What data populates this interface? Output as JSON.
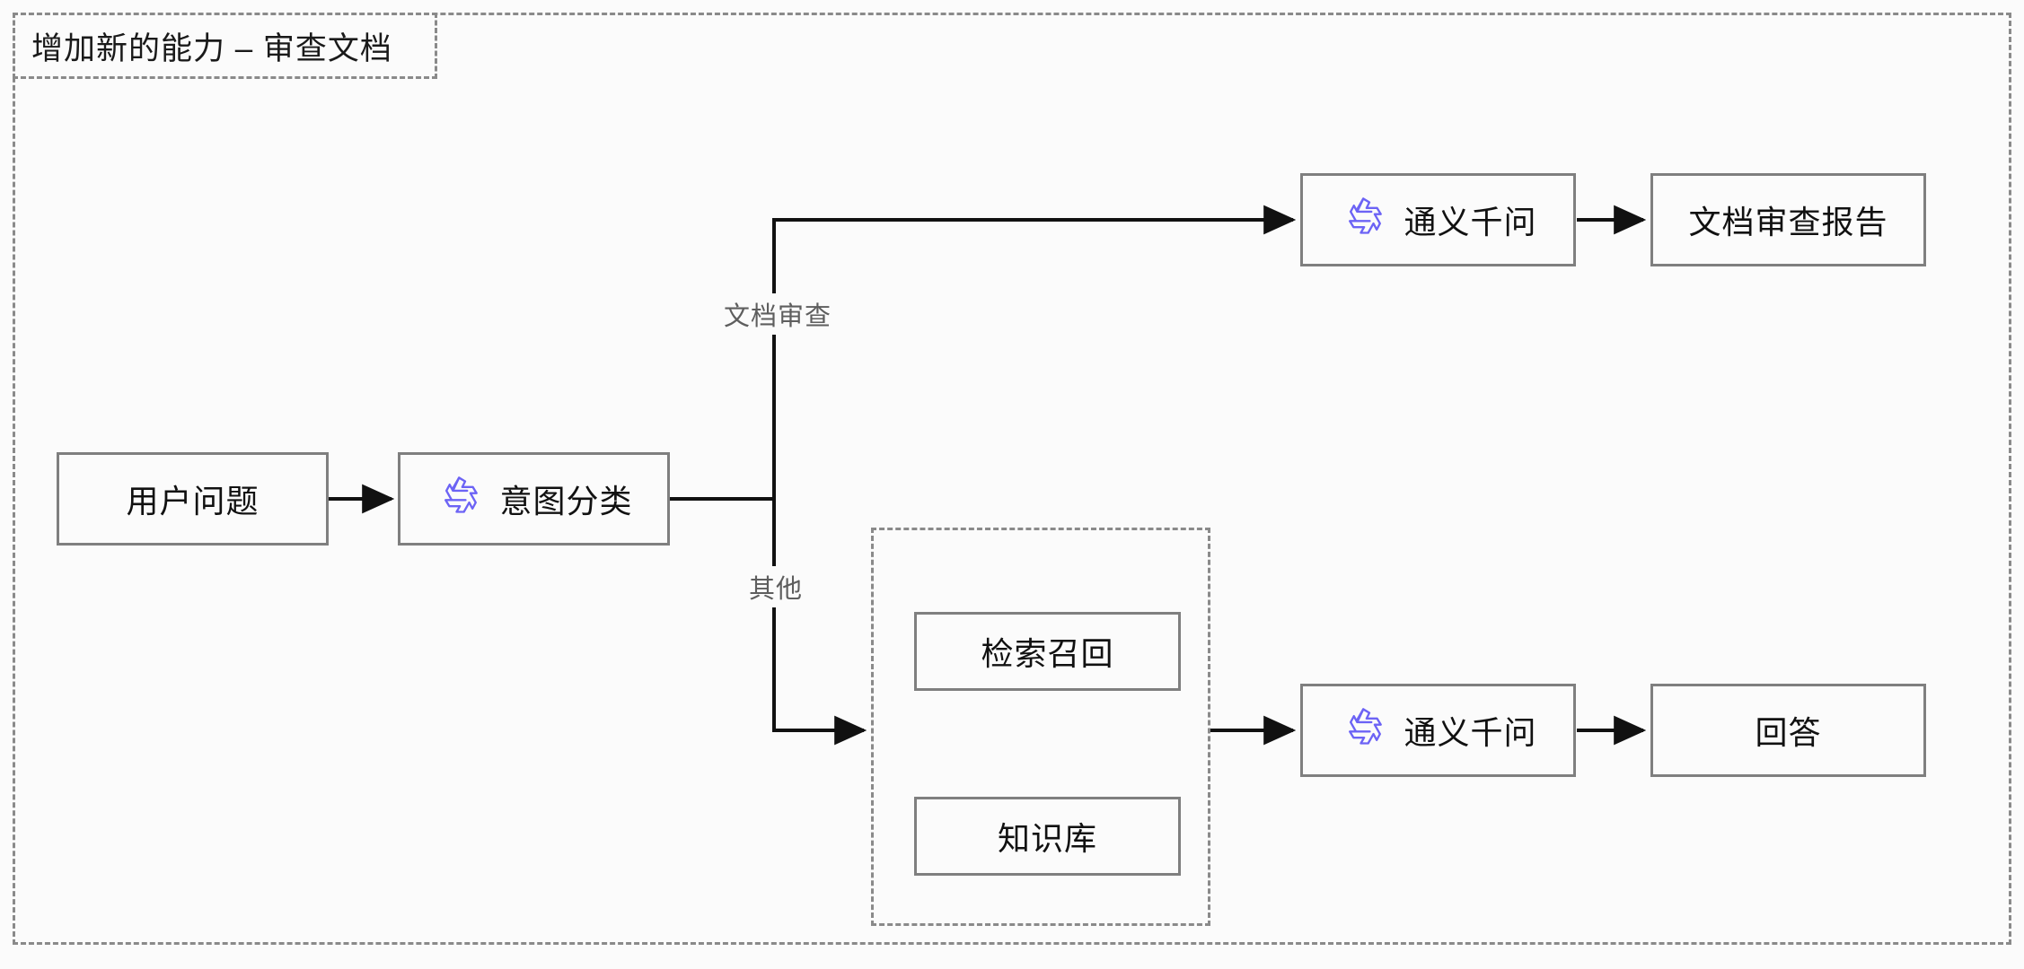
{
  "diagram": {
    "title": "增加新的能力 – 审查文档",
    "background_color": "#fbfbfb",
    "node_border_color": "#7f7f7f",
    "group_border_color": "#8a8a8a",
    "edge_color": "#111111",
    "edge_label_color": "#5e5e5e",
    "accent_color": "#6c63f5"
  },
  "nodes": {
    "user_question": {
      "label": "用户问题",
      "icon": "none"
    },
    "intent_classification": {
      "label": "意图分类",
      "icon": "qwen-logo-icon"
    },
    "qwen_top": {
      "label": "通义千问",
      "icon": "qwen-logo-icon"
    },
    "doc_review_report": {
      "label": "文档审查报告",
      "icon": "none"
    },
    "retrieval_recall": {
      "label": "检索召回",
      "icon": "none"
    },
    "knowledge_base": {
      "label": "知识库",
      "icon": "none"
    },
    "qwen_bottom": {
      "label": "通义千问",
      "icon": "qwen-logo-icon"
    },
    "answer": {
      "label": "回答",
      "icon": "none"
    }
  },
  "edge_labels": {
    "doc_review": "文档审查",
    "other": "其他"
  }
}
